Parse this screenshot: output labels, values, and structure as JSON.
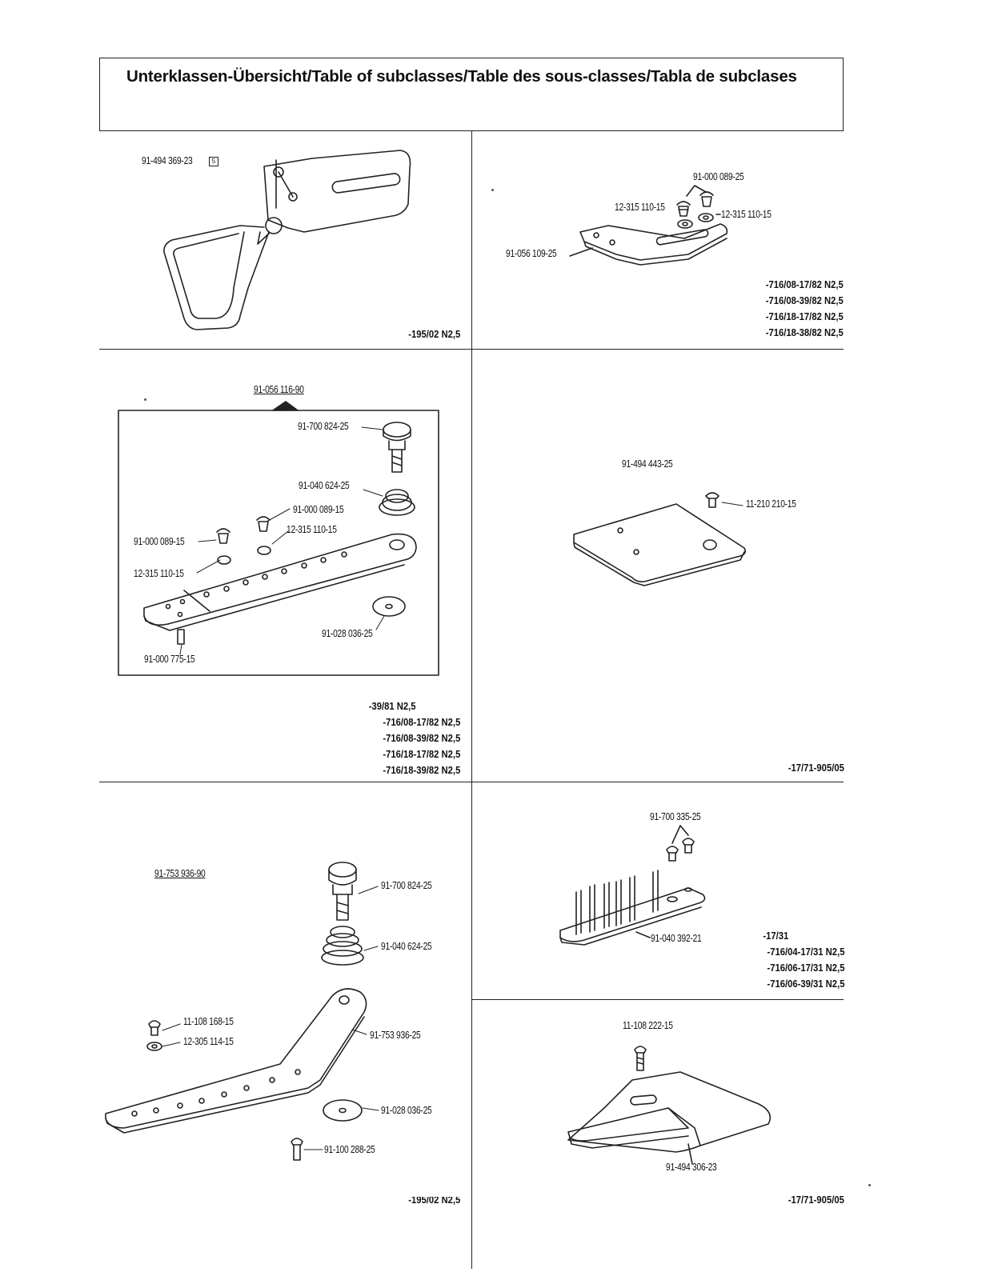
{
  "header": {
    "title": "Unterklassen-Übersicht/Table of subclasses/Table des sous-classes/Tabla de subclases"
  },
  "panels": [
    {
      "id": "p1",
      "parts": [
        "91-494 369-23"
      ],
      "badge": "5",
      "subclasses": [
        "-195/02 N2,5"
      ]
    },
    {
      "id": "p2",
      "parts": [
        "91-000 089-25",
        "12-315 110-15",
        "12-315 110-15",
        "91-056 109-25"
      ],
      "subclasses": [
        "-716/08-17/82 N2,5",
        "-716/08-39/82 N2,5",
        "-716/18-17/82 N2,5",
        "-716/18-38/82 N2,5"
      ]
    },
    {
      "id": "p3",
      "assembly": "91-056 116-90",
      "parts": [
        "91-700 824-25",
        "91-040 624-25",
        "91-000 089-15",
        "12-315 110-15",
        "91-000 089-15",
        "12-315 110-15",
        "91-028 036-25",
        "91-000 775-15"
      ],
      "subclasses": [
        "-39/81 N2,5",
        "-716/08-17/82 N2,5",
        "-716/08-39/82 N2,5",
        "-716/18-17/82 N2,5",
        "-716/18-39/82 N2,5"
      ]
    },
    {
      "id": "p4",
      "parts": [
        "91-494 443-25",
        "11-210 210-15"
      ],
      "subclasses": [
        "-17/71-905/05"
      ]
    },
    {
      "id": "p5",
      "assembly": "91-753 936-90",
      "parts": [
        "91-700 824-25",
        "91-040 624-25",
        "11-108 168-15",
        "12-305 114-15",
        "91-753 936-25",
        "91-028 036-25",
        "91-100 288-25"
      ],
      "subclasses": [
        "-195/02 N2,5"
      ]
    },
    {
      "id": "p6",
      "parts": [
        "91-700 335-25",
        "91-040 392-21"
      ],
      "subclasses": [
        "-17/31",
        "-716/04-17/31 N2,5",
        "-716/06-17/31 N2,5",
        "-716/06-39/31 N2,5"
      ]
    },
    {
      "id": "p7",
      "parts": [
        "11-108 222-15",
        "91-494 306-23"
      ],
      "subclasses": [
        "-17/71-905/05"
      ]
    }
  ]
}
